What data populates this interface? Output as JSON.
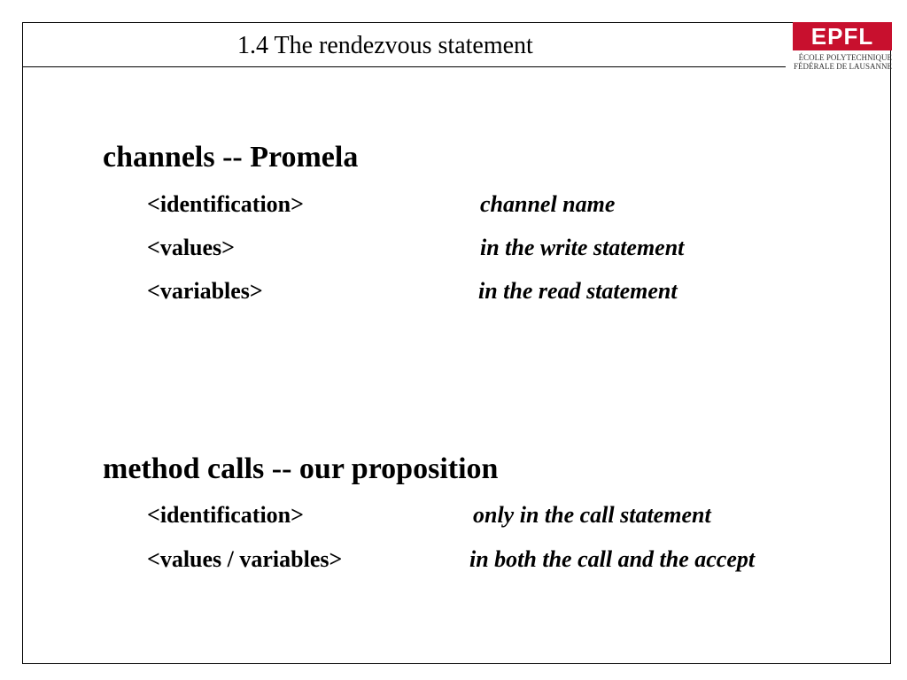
{
  "slide": {
    "title": "1.4  The rendezvous statement"
  },
  "logo": {
    "mark": "EPFL",
    "line1": "ÉCOLE POLYTECHNIQUE",
    "line2": "FÉDÉRALE DE LAUSANNE",
    "color": "#c8102e"
  },
  "sections": [
    {
      "heading": "channels  --  Promela",
      "rows": [
        {
          "term": "<identification>",
          "description": "channel name"
        },
        {
          "term": "<values>",
          "description": "in the write statement"
        },
        {
          "term": "<variables>",
          "description": "in the read statement"
        }
      ]
    },
    {
      "heading": "method calls  --  our proposition",
      "rows": [
        {
          "term": "<identification>",
          "description": "only in the call statement"
        },
        {
          "term": "<values / variables>",
          "description": "in both the call and the accept"
        }
      ]
    }
  ]
}
